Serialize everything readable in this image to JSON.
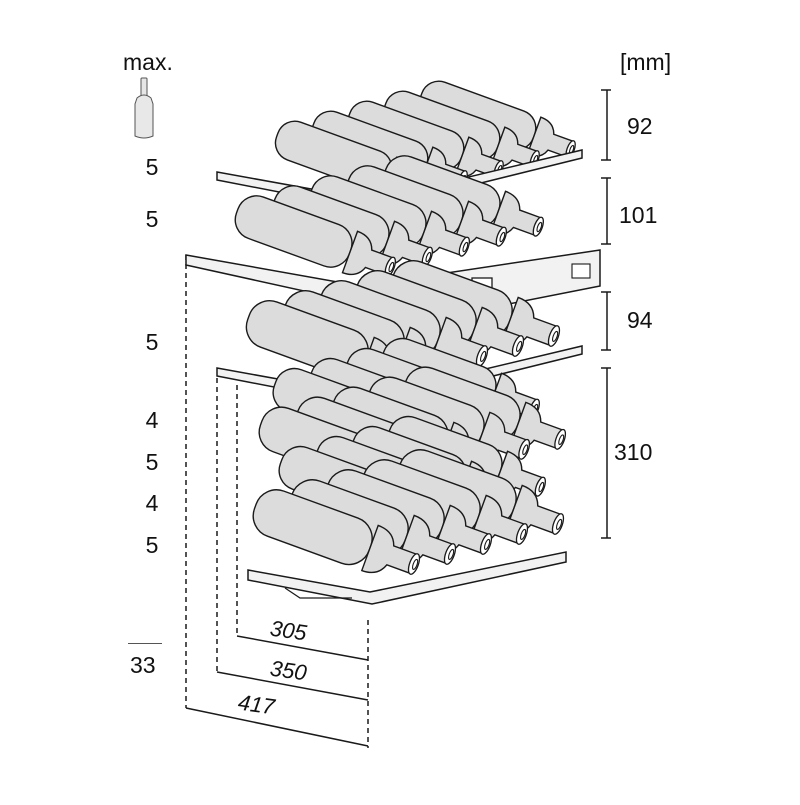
{
  "header": {
    "max_label": "max.",
    "unit_label": "[mm]"
  },
  "bottle_counts": [
    "5",
    "5",
    "5",
    "4",
    "5",
    "4",
    "5"
  ],
  "total_count": "33",
  "heights_mm": [
    "92",
    "101",
    "94",
    "310"
  ],
  "widths_mm": [
    "305",
    "350",
    "417"
  ],
  "colors": {
    "line": "#1a1a1a",
    "bottle_fill": "#dcdcdc",
    "bottle_shade": "#c8c8c8",
    "shelf_fill": "#f2f2f2",
    "label_text": "#111111"
  },
  "icons": {
    "bottle": "wine-bottle-icon"
  }
}
